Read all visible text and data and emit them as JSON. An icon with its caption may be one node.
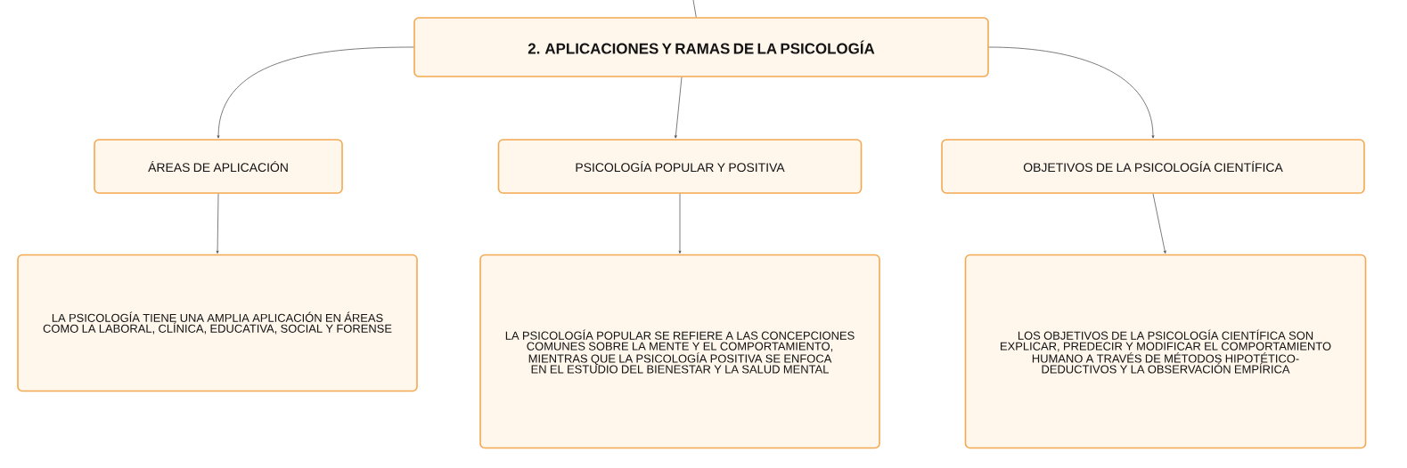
{
  "diagram": {
    "nodes": [
      {
        "text": [
          "2. APLICACIONES Y RAMAS DE LA PSICOLOGÍA"
        ]
      },
      {
        "text": [
          "ÁREAS DE APLICACIÓN"
        ]
      },
      {
        "text": [
          "PSICOLOGÍA POPULAR Y POSITIVA"
        ]
      },
      {
        "text": [
          "OBJETIVOS DE LA PSICOLOGÍA CIENTÍFICA"
        ]
      },
      {
        "text": [
          "LA PSICOLOGÍA TIENE UNA AMPLIA APLICACIÓN EN ÁREAS COMO LA LABORAL, CLÍNICA, EDUCATIVA, SOCIAL Y FORENSE"
        ]
      },
      {
        "text": [
          "LA PSICOLOGÍA POPULAR SE REFIERE A LAS CONCEPCIONES COMUNES SOBRE LA MENTE Y EL COMPORTAMIENTO, MIENTRAS QUE LA PSICOLOGÍA POSITIVA SE ENFOCA EN EL ESTUDIO DEL BIENESTAR Y LA SALUD MENTAL"
        ]
      },
      {
        "text": [
          "LOS OBJETIVOS DE LA PSICOLOGÍA CIENTÍFICA SON EXPLICAR, PREDECIR Y MODIFICAR EL COMPORTAMIENTO HUMANO A TRAVÉS DE MÉTODOS HIPOTÉTICO-DEDUCTIVOS Y LA OBSERVACIÓN EMPÍRICA"
        ]
      }
    ],
    "edges": [
      {
        "from": null,
        "to": 0,
        "arrow": "none"
      },
      {
        "from": 0,
        "to": 1,
        "arrow": "to"
      },
      {
        "from": 0,
        "to": 2,
        "arrow": "to"
      },
      {
        "from": 0,
        "to": 3,
        "arrow": "to"
      },
      {
        "from": 1,
        "to": 4,
        "arrow": "to"
      },
      {
        "from": 2,
        "to": 5,
        "arrow": "to"
      },
      {
        "from": 3,
        "to": 6,
        "arrow": "to"
      }
    ]
  }
}
